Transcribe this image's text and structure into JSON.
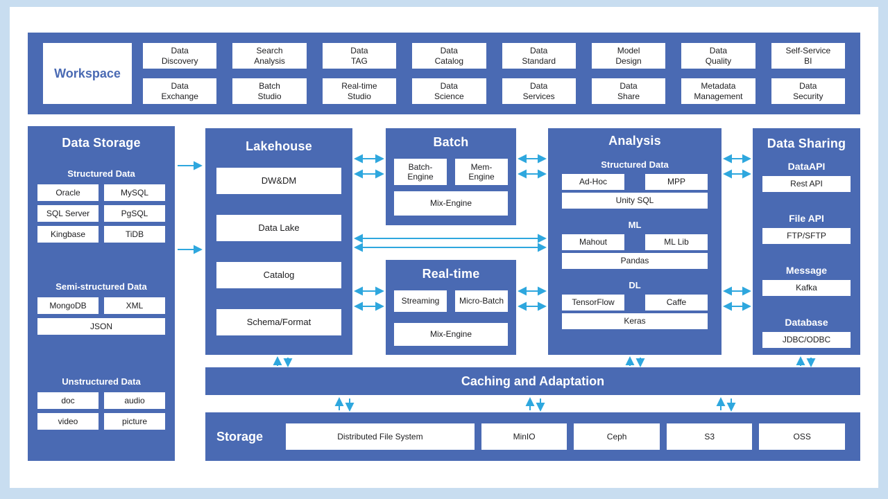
{
  "colors": {
    "frame": "#c8ddf0",
    "panel": "#ffffff",
    "block_blue": "#4a6ab3",
    "arrow_blue": "#2ea7de",
    "box_text": "#1c1c1e"
  },
  "workspace": {
    "title": "Workspace",
    "items": [
      "Data\nDiscovery",
      "Search\nAnalysis",
      "Data\nTAG",
      "Data\nCatalog",
      "Data\nStandard",
      "Model\nDesign",
      "Data\nQuality",
      "Self-Service\nBI",
      "Data\nExchange",
      "Batch\nStudio",
      "Real-time\nStudio",
      "Data\nScience",
      "Data\nServices",
      "Data\nShare",
      "Metadata\nManagement",
      "Data\nSecurity"
    ]
  },
  "data_storage": {
    "title": "Data Storage",
    "structured_label": "Structured Data",
    "structured_items": [
      "Oracle",
      "MySQL",
      "SQL Server",
      "PgSQL",
      "Kingbase",
      "TiDB"
    ],
    "semi_label": "Semi-structured Data",
    "semi_items": [
      "MongoDB",
      "XML"
    ],
    "semi_full": "JSON",
    "unstructured_label": "Unstructured Data",
    "unstructured_items": [
      "doc",
      "audio",
      "video",
      "picture"
    ]
  },
  "lakehouse": {
    "title": "Lakehouse",
    "items": [
      "DW&DM",
      "Data Lake",
      "Catalog",
      "Schema/Format"
    ]
  },
  "batch": {
    "title": "Batch",
    "row": [
      "Batch-\nEngine",
      "Mem-\nEngine"
    ],
    "full": "Mix-Engine"
  },
  "realtime": {
    "title": "Real-time",
    "row": [
      "Streaming",
      "Micro-Batch"
    ],
    "full": "Mix-Engine"
  },
  "analysis": {
    "title": "Analysis",
    "groups": [
      {
        "label": "Structured Data",
        "row": [
          "Ad-Hoc",
          "MPP"
        ],
        "full": "Unity SQL"
      },
      {
        "label": "ML",
        "row": [
          "Mahout",
          "ML Lib"
        ],
        "full": "Pandas"
      },
      {
        "label": "DL",
        "row": [
          "TensorFlow",
          "Caffe"
        ],
        "full": "Keras"
      }
    ]
  },
  "data_sharing": {
    "title": "Data Sharing",
    "groups": [
      {
        "label": "DataAPI",
        "item": "Rest API"
      },
      {
        "label": "File API",
        "item": "FTP/SFTP"
      },
      {
        "label": "Message",
        "item": "Kafka"
      },
      {
        "label": "Database",
        "item": "JDBC/ODBC"
      }
    ]
  },
  "caching": {
    "title": "Caching and Adaptation"
  },
  "storage_bar": {
    "title": "Storage",
    "items": [
      "Distributed File System",
      "MinIO",
      "Ceph",
      "S3",
      "OSS"
    ]
  }
}
